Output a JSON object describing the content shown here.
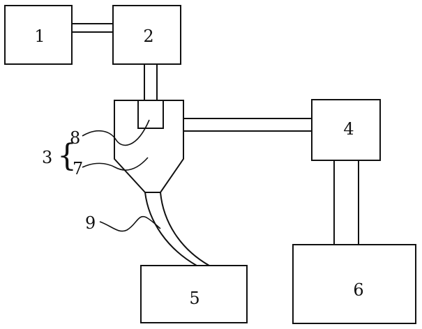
{
  "labels": {
    "box1": "1",
    "box2": "2",
    "box3": "3",
    "box4": "4",
    "box5": "5",
    "box6": "6",
    "part7": "7",
    "part8": "8",
    "part9": "9"
  },
  "brace": "{"
}
